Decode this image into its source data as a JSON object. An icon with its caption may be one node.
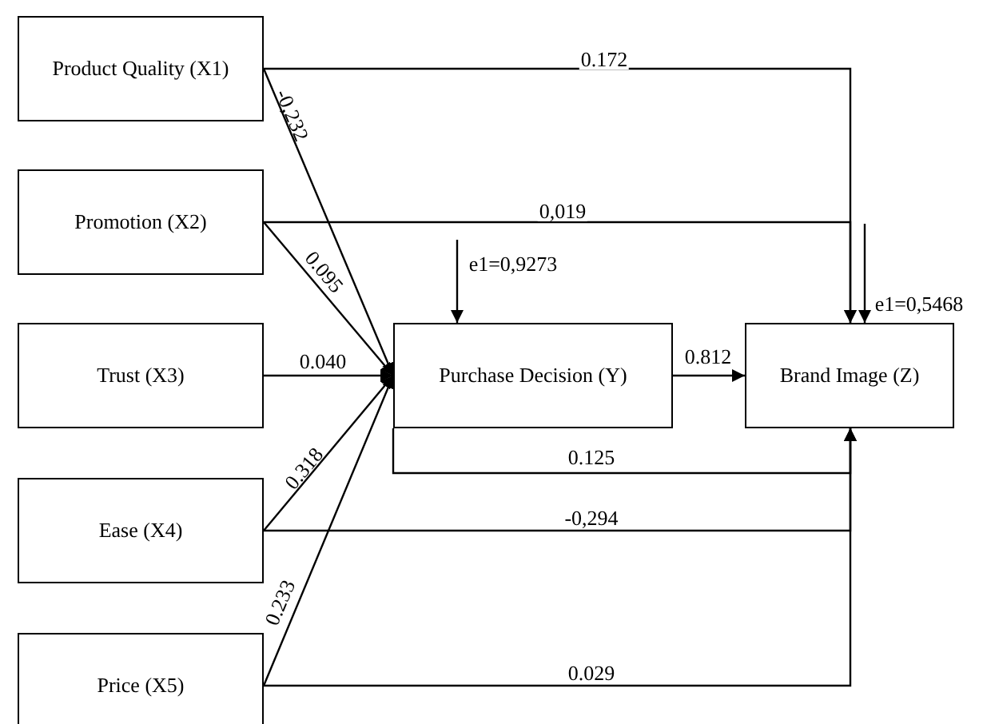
{
  "diagram": {
    "nodes": [
      {
        "text": [
          "Product Quality (X1)"
        ]
      },
      {
        "text": [
          "Promotion (X2)"
        ]
      },
      {
        "text": [
          "Trust (X3)"
        ]
      },
      {
        "text": [
          "Ease (X4)"
        ]
      },
      {
        "text": [
          "Price (X5)"
        ]
      },
      {
        "text": [
          "Purchase Decision (Y)"
        ]
      },
      {
        "text": [
          "Brand Image (Z)"
        ]
      }
    ],
    "edges": [
      {
        "from": 0,
        "to": 5,
        "arrow": "to",
        "label": "-0,232"
      },
      {
        "from": 1,
        "to": 5,
        "arrow": "to",
        "label": "0.095"
      },
      {
        "from": 2,
        "to": 5,
        "arrow": "to",
        "label": "0.040"
      },
      {
        "from": 3,
        "to": 5,
        "arrow": "to",
        "label": "0.318"
      },
      {
        "from": 4,
        "to": 5,
        "arrow": "to",
        "label": "0.233"
      },
      {
        "from": 5,
        "to": 6,
        "arrow": "to",
        "label": "0.812"
      },
      {
        "from": 0,
        "to": 6,
        "arrow": "to",
        "label": "0.172"
      },
      {
        "from": 1,
        "to": 6,
        "arrow": "to",
        "label": "0,019"
      },
      {
        "from": 5,
        "to": 6,
        "arrow": "to",
        "label": "0.125"
      },
      {
        "from": 3,
        "to": 6,
        "arrow": "to",
        "label": "-0,294"
      },
      {
        "from": 4,
        "to": 6,
        "arrow": "to",
        "label": "0.029"
      },
      {
        "from": null,
        "to": 5,
        "arrow": "to",
        "label": "e1=0,9273"
      },
      {
        "from": null,
        "to": 6,
        "arrow": "to",
        "label": "e1=0,5468"
      }
    ]
  }
}
